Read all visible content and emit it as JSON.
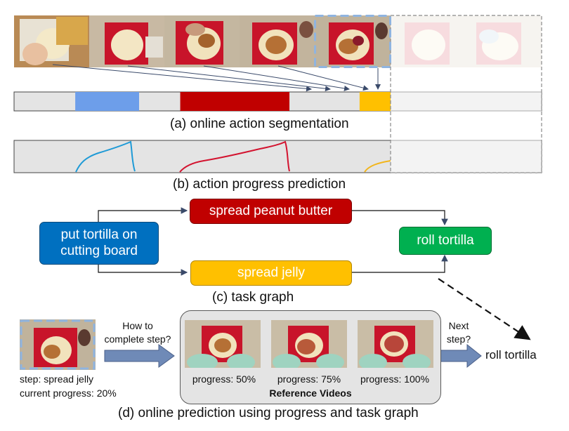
{
  "captions": {
    "a": "(a)   online action segmentation",
    "b": "(b)   action progress prediction",
    "c": "(c)   task graph",
    "d": "(d)   online prediction using progress and task graph"
  },
  "colors": {
    "blue_segment": "#6d9eea",
    "red_segment": "#c00000",
    "yellow_segment": "#ffc000",
    "node_blue": "#0070c0",
    "node_red": "#c00000",
    "node_yellow": "#ffc000",
    "node_green": "#00b050",
    "bar_bg": "#e4e4e4",
    "arrow_fill": "#6f8ab7"
  },
  "task_graph": {
    "start": "put tortilla on cutting board",
    "upper": "spread peanut butter",
    "lower": "spread jelly",
    "end": "roll tortilla"
  },
  "online": {
    "question1": "How to complete step?",
    "question2": "Next step?",
    "step_label": "step: spread jelly",
    "current_progress": "current progress: 20%",
    "answer": "roll tortilla",
    "reference_title": "Reference Videos",
    "references": [
      {
        "label": "progress: 50%"
      },
      {
        "label": "progress: 75%"
      },
      {
        "label": "progress: 100%"
      }
    ]
  },
  "segmentation": [
    {
      "color": "blue",
      "start_frac": 0.116,
      "end_frac": 0.237
    },
    {
      "color": "red",
      "start_frac": 0.315,
      "end_frac": 0.522
    },
    {
      "color": "yellow",
      "start_frac": 0.655,
      "end_frac": 0.714
    }
  ]
}
